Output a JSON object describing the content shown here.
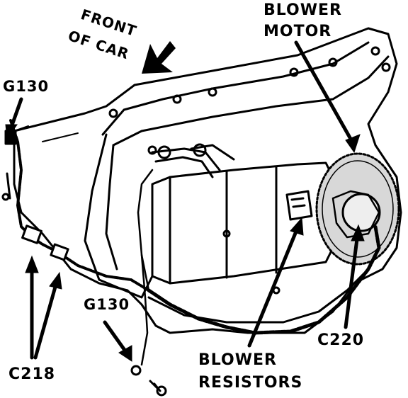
{
  "labels": {
    "front": "FRONT",
    "of_car": "OF CAR",
    "blower_motor_line1": "BLOWER",
    "blower_motor_line2": "MOTOR",
    "g130_top": "G130",
    "g130_bottom": "G130",
    "c218": "C218",
    "c220": "C220",
    "blower_resistors_line1": "BLOWER",
    "blower_resistors_line2": "RESISTORS"
  },
  "colors": {
    "ink": "#000000",
    "paper": "#ffffff",
    "shade": "#9a9a9a"
  }
}
